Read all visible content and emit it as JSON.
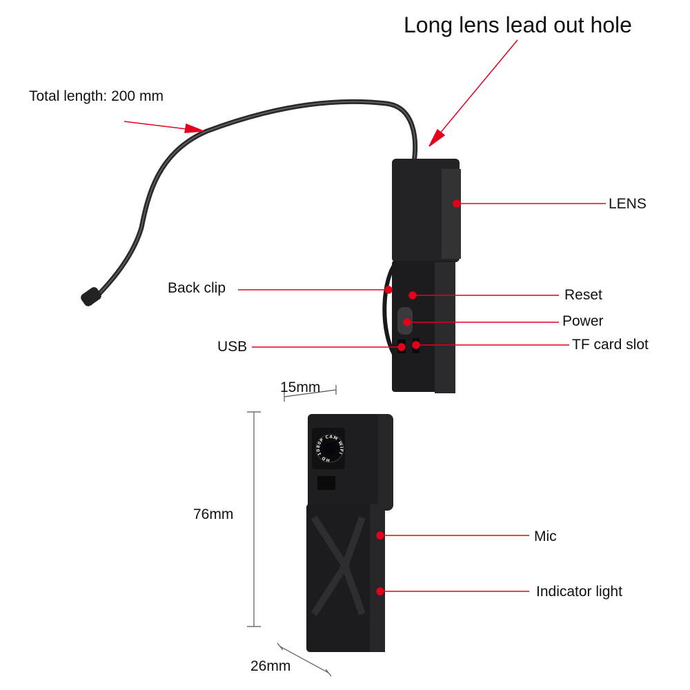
{
  "title": "Long lens lead out hole",
  "labels": {
    "total_length": "Total length: 200 mm",
    "lens": "LENS",
    "back_clip": "Back clip",
    "reset": "Reset",
    "power": "Power",
    "usb": "USB",
    "tf_card": "TF card slot",
    "mic": "Mic",
    "indicator": "Indicator light"
  },
  "dimensions": {
    "width": "15mm",
    "height": "76mm",
    "depth": "26mm"
  },
  "lens_print": "HD 1080P CAM WIFI",
  "colors": {
    "annotation": "#e3001b",
    "device": "#1c1c1e"
  }
}
